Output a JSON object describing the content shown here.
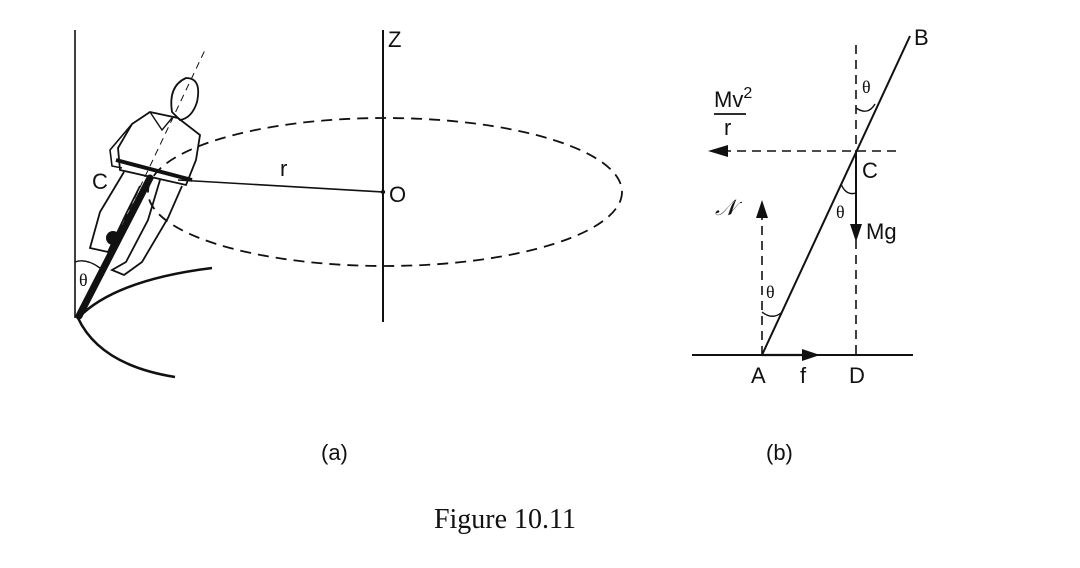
{
  "figure_a": {
    "label_z": "Z",
    "label_o": "O",
    "label_r": "r",
    "label_c": "C",
    "label_theta": "θ",
    "caption": "(a)"
  },
  "figure_b": {
    "label_b": "B",
    "label_c": "C",
    "label_a": "A",
    "label_d": "D",
    "label_f": "f",
    "label_mg": "Mg",
    "label_n": "𝒩",
    "centripetal_numerator": "Mv",
    "centripetal_exponent": "2",
    "centripetal_denominator": "r",
    "theta_top": "θ",
    "theta_mid": "θ",
    "theta_bottom": "θ",
    "caption": "(b)"
  },
  "figure_title": "Figure 10.11"
}
